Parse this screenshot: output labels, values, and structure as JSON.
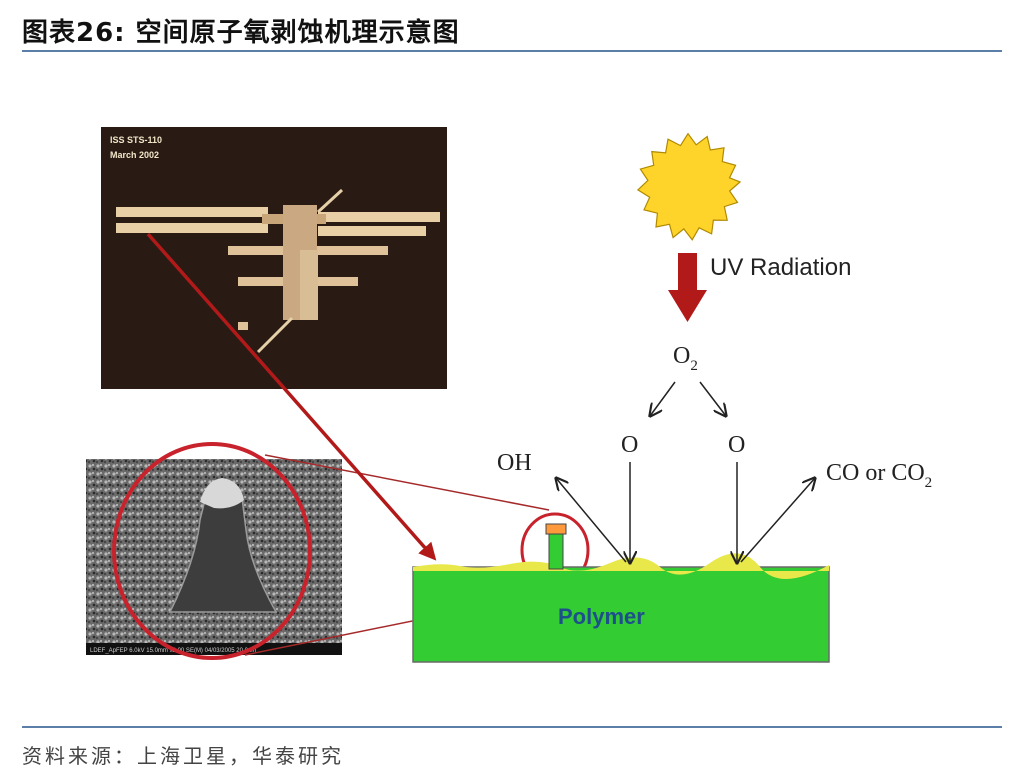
{
  "header": {
    "title": "图表26:  空间原子氧剥蚀机理示意图"
  },
  "photo": {
    "line1": "ISS STS-110",
    "line2": "March 2002"
  },
  "sem": {
    "footer": "LDEF_ApFEP 6.0kV 15.0mm x2.00 SE(M) 04/03/2005     20.0um"
  },
  "labels": {
    "uv": "UV Radiation",
    "o2_main": "O",
    "o2_sub": "2",
    "o_left": "O",
    "o_right": "O",
    "oh": "OH",
    "co_main": "CO or CO",
    "co_sub": "2",
    "polymer": "Polymer"
  },
  "colors": {
    "polymer": "#33cc33",
    "surface": "#e8e84a",
    "sun": "#ffd42a",
    "arrow_red": "#b21a1a",
    "rule": "#5b7fa8"
  },
  "footer": {
    "source": "资料来源：上海卫星，华泰研究"
  }
}
